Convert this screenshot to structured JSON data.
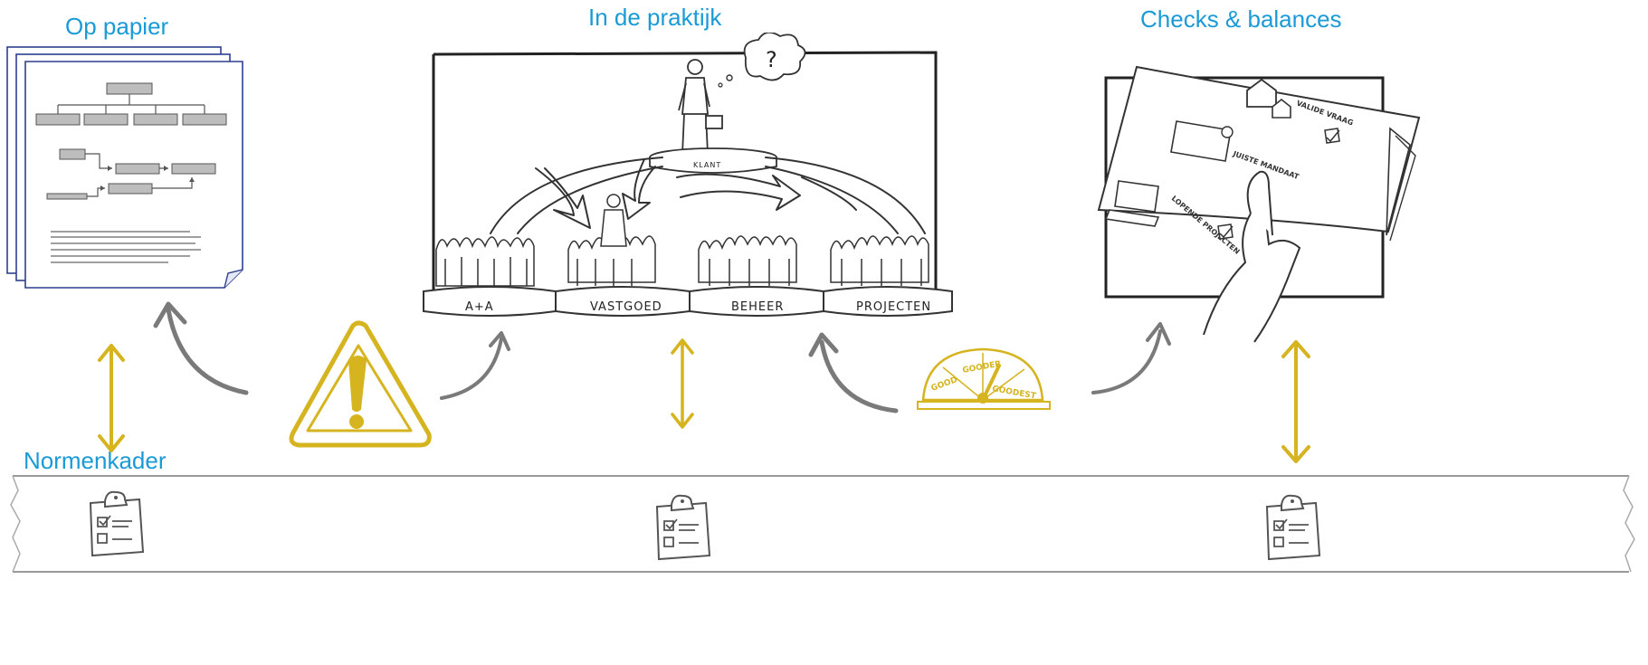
{
  "titles": {
    "paper": "Op papier",
    "practice": "In de praktijk",
    "checks": "Checks & balances",
    "norms": "Normenkader"
  },
  "platform_labels": [
    "A+A",
    "VASTGOED",
    "BEHEER",
    "PROJECTEN"
  ],
  "klant_label": "KLANT",
  "question_mark": "?",
  "meter_labels": [
    "GOOD",
    "GOODER",
    "GOODEST"
  ],
  "checklist_labels": [
    "VALIDE VRAAG",
    "JUISTE MANDAAT",
    "LOPENDE PROJECTEN"
  ],
  "colors": {
    "title": "#1a9ad6",
    "accent_yellow": "#d6b420",
    "arrow_gray": "#7a7a7a",
    "doc_border": "#2e3f8f",
    "box_fill": "#bdbdbd"
  },
  "icons": {
    "warning": "warning-triangle-icon",
    "meter": "quality-meter-icon",
    "clipboard": "clipboard-icon",
    "arrow_double": "double-arrow-icon",
    "arrow_curved": "curved-arrow-icon"
  }
}
